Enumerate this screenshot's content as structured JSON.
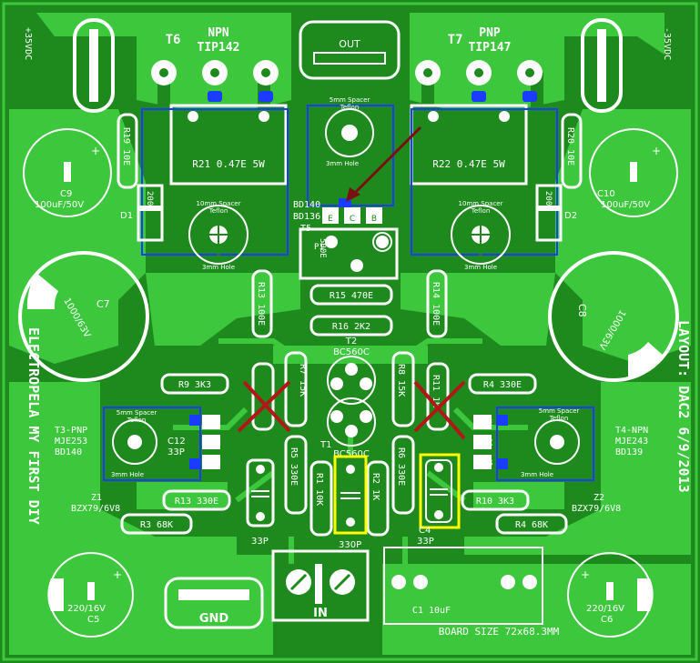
{
  "labels": {
    "t6": "T6",
    "t6_type": "NPN",
    "t6_part": "TIP142",
    "t7": "T7",
    "t7_type": "PNP",
    "t7_part": "TIP147",
    "out": "OUT",
    "gnd": "GND",
    "in": "IN",
    "vplus": "+35VDC",
    "vminus": "-35VDC",
    "r21": "R21 0.47E 5W",
    "r22": "R22 0.47E 5W",
    "r19": "R19 10E",
    "r20": "R20 10E",
    "c9": "C9",
    "c9_val": "100uF/50V",
    "c10": "C10",
    "c10_val": "100uF/50V",
    "d1": "D1",
    "d2": "D2",
    "c200p_l": "200P",
    "c200p_r": "200P",
    "bd140": "BD140",
    "bd136": "BD136",
    "t5": "T5",
    "p1": "P1",
    "p1_val": "500E",
    "c7": "C7",
    "c7_val": "1000/63V",
    "c8": "C8",
    "c8_val": "1000/63V",
    "r13a": "R13 100E",
    "r14": "R14 100E",
    "r15": "R15 470E",
    "r16": "R16 2K2",
    "t2": "T2",
    "bc560c": "BC560C",
    "bc560c2": "BC560C",
    "t1": "T1",
    "r9": "R9 3K3",
    "r4": "R4 330E",
    "r7": "R7 15K",
    "r8": "R8 15K",
    "r11": "R11 1K",
    "r5": "R5 330E",
    "r6": "R6 330E",
    "r1": "R1 10K",
    "r2": "R2 1K",
    "r13b": "R13 330E",
    "r10": "R10 3K3",
    "r3": "R3 68K",
    "r4b": "R4 68K",
    "t3": "T3-PNP",
    "t3_part": "MJE253",
    "t3_alt": "BD140",
    "t4": "T4-NPN",
    "t4_part": "MJE243",
    "t4_alt": "BD139",
    "c12": "C12",
    "c12_val": "33P",
    "z1": "Z1",
    "z1_val": "BZX79/6V8",
    "z2": "Z2",
    "z2_val": "BZX79/6V8",
    "c3_val": "33P",
    "c4": "C4",
    "c4_val": "33P",
    "c2_val": "330P",
    "c1": "C1 10uF",
    "c5": "C5",
    "c5_val": "220/16V",
    "c6": "C6",
    "c6_val": "220/16V",
    "board_size": "BOARD SIZE 72x68.3MM",
    "layout": "LAYOUT: DAC2 6/9/2013",
    "credit": "ELECTROPELA MY FIRST DIY",
    "spacer": "5mm Spacer",
    "teflon": "Teflon",
    "hole": "3mm Hole",
    "spacer10": "10mm Spacer",
    "pin_e": "E",
    "pin_b": "B",
    "pin_c": "C"
  },
  "colors": {
    "board": "#1e8a1e",
    "copper": "#3dc73d",
    "silk": "#ffffff",
    "pad_blue": "#1a3cff",
    "outline_blue": "#1a3cff",
    "highlight": "#ffff00",
    "arrow": "#7a1010",
    "cross": "#b01818"
  }
}
